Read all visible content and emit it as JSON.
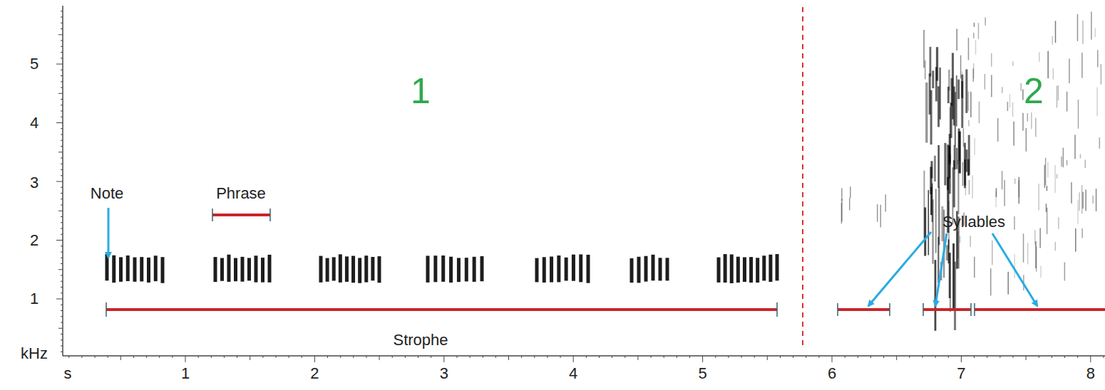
{
  "diagram": {
    "labels": [
      "5",
      "4",
      "3",
      "2",
      "1",
      "kHz",
      "s",
      "1",
      "2",
      "3",
      "4",
      "5",
      "6",
      "7",
      "8",
      "1",
      "2",
      "Note",
      "Phrase",
      "Syllables",
      "Strophe"
    ]
  }
}
